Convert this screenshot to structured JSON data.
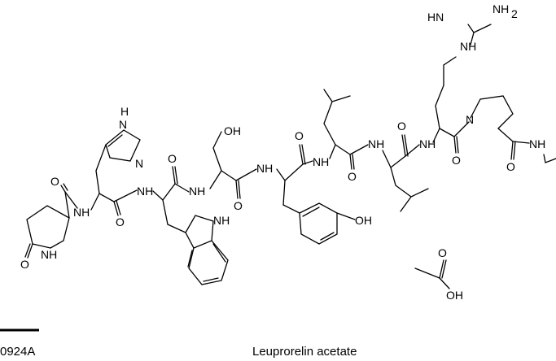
{
  "caption": {
    "code": "0924A",
    "name": "Leuprorelin acetate"
  },
  "labels": {
    "hn_imine": "HN",
    "nh2": "NH",
    "nh2_sub": "2",
    "nh_arg_side": "NH",
    "his_nh_ring": "H",
    "his_n_ring_top": "N",
    "his_n_ring": "N",
    "oh_ser": "OH",
    "o1": "O",
    "nh1": "NH",
    "o2": "O",
    "nh2b": "NH",
    "o3": "O",
    "nh3": "NH",
    "o4": "O",
    "nh4": "NH",
    "o5": "O",
    "nh5": "NH",
    "o6": "O",
    "nh6": "NH",
    "o7": "O",
    "o8": "O",
    "nh_pro": "N",
    "o_pro": "O",
    "nh_ethyl": "NH",
    "nh_pyro": "NH",
    "o_pyro": "O",
    "nh_trp": "NH",
    "oh_tyr": "OH",
    "acetate_o": "O",
    "acetate_oh": "OH"
  }
}
